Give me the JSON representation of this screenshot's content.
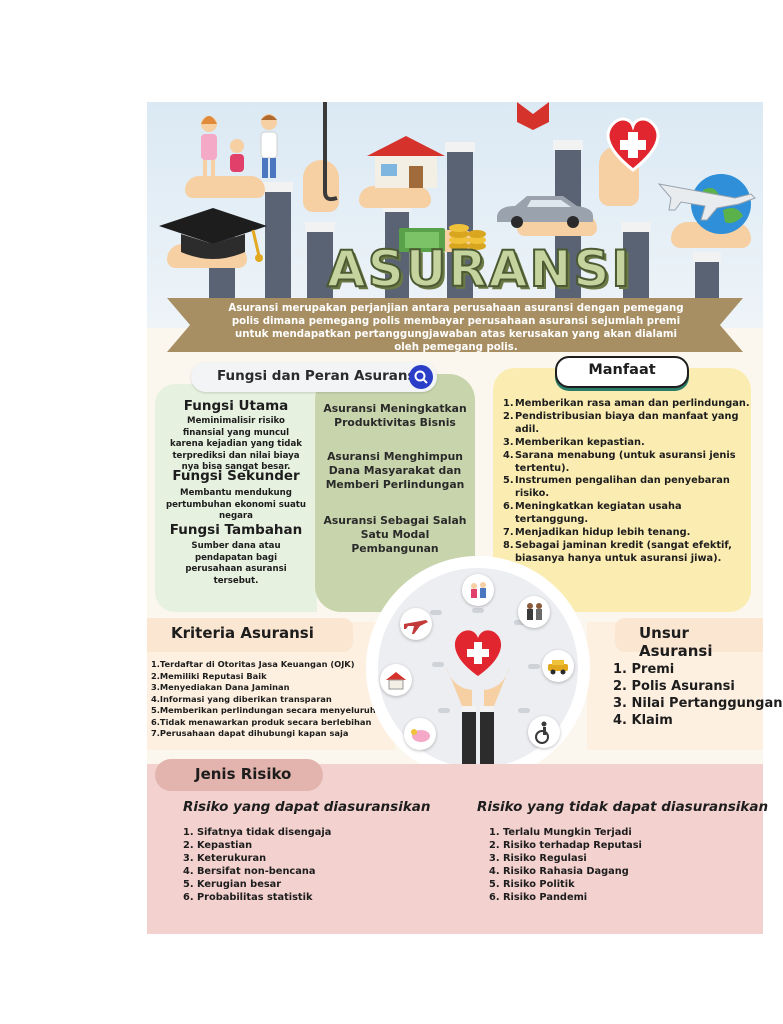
{
  "hero": {
    "title": "ASURANSI",
    "banner_text": "Asuransi merupakan perjanjian antara perusahaan asuransi dengan pemegang polis dimana pemegang polis membayar perusahaan asuransi sejumlah premi untuk mendapatkan pertanggungjawaban atas kerusakan yang akan dialami oleh pemegang polis."
  },
  "fungsi": {
    "heading": "Fungsi dan Peran Asuransi",
    "icon": "search-icon",
    "utama": {
      "title": "Fungsi Utama",
      "body": "Meminimalisir risiko finansial yang muncul karena kejadian yang tidak terprediksi dan nilai biaya nya bisa sangat besar."
    },
    "sekunder": {
      "title": "Fungsi Sekunder",
      "body": "Membantu mendukung pertumbuhan ekonomi suatu negara"
    },
    "tambahan": {
      "title": "Fungsi Tambahan",
      "body": "Sumber dana atau pendapatan bagi perusahaan asuransi tersebut."
    },
    "peran": [
      "Asuransi Meningkatkan Produktivitas Bisnis",
      "Asuransi Menghimpun Dana Masyarakat dan Memberi Perlindungan",
      "Asuransi Sebagai Salah Satu Modal Pembangunan"
    ]
  },
  "manfaat": {
    "heading": "Manfaat",
    "items": [
      "Memberikan rasa aman dan perlindungan.",
      "Pendistribusian biaya dan manfaat yang adil.",
      "Memberikan kepastian.",
      "Sarana menabung (untuk asuransi jenis tertentu).",
      "Instrumen pengalihan dan penyebaran risiko.",
      "Meningkatkan kegiatan usaha tertanggung.",
      "Menjadikan hidup lebih tenang.",
      "Sebagai jaminan  kredit (sangat efektif, biasanya hanya untuk asuransi jiwa)."
    ]
  },
  "kriteria": {
    "heading": "Kriteria Asuransi",
    "items": [
      "1.Terdaftar di Otoritas Jasa Keuangan (OJK)",
      "2.Memiliki Reputasi Baik",
      "3.Menyediakan Dana Jaminan",
      "4.Informasi yang diberikan transparan",
      "5.Memberikan perlindungan secara menyeluruh",
      "6.Tidak menawarkan produk secara berlebihan",
      "7.Perusahaan dapat dihubungi kapan saja"
    ]
  },
  "unsur": {
    "heading": "Unsur Asuransi",
    "items": [
      "1. Premi",
      "2. Polis Asuransi",
      "3. Nilai Pertanggungan",
      "4. Klaim"
    ]
  },
  "risiko": {
    "heading": "Jenis Risiko",
    "dapat": {
      "title": "Risiko yang dapat diasuransikan",
      "items": [
        "1. Sifatnya tidak disengaja",
        "2. Kepastian",
        "3. Keterukuran",
        "4. Bersifat non-bencana",
        "5. Kerugian besar",
        "6. Probabilitas statistik"
      ]
    },
    "tidak": {
      "title": "Risiko yang tidak dapat diasuransikan",
      "items": [
        "1. Terlalu Mungkin Terjadi",
        "2. Risiko terhadap Reputasi",
        "3. Risiko Regulasi",
        "4. Risiko Rahasia Dagang",
        "5. Risiko Politik",
        "6. Risiko Pandemi"
      ]
    }
  },
  "colors": {
    "fungsi_light": "#e6f1df",
    "fungsi_mid": "#c8d5ac",
    "manfaat_bg": "#fbedb2",
    "kriteria_bg": "#fdf0e1",
    "risiko_bg": "#f2d1ce",
    "banner": "#a88f63",
    "search_accent": "#2b3ec8"
  }
}
